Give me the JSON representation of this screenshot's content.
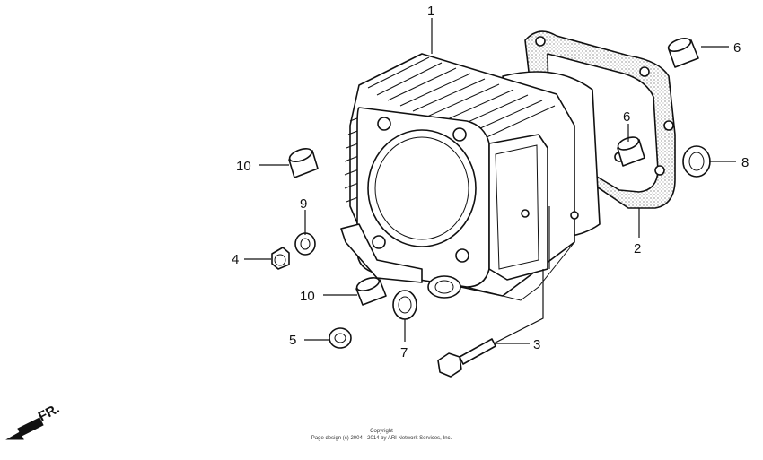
{
  "callouts": {
    "c1": "1",
    "c2": "2",
    "c3": "3",
    "c4": "4",
    "c5": "5",
    "c6a": "6",
    "c6b": "6",
    "c7": "7",
    "c8": "8",
    "c9": "9",
    "c10a": "10",
    "c10b": "10"
  },
  "direction": {
    "label": "FR."
  },
  "footer": {
    "line1": "Copyright",
    "line2": "Page design (c) 2004 - 2014 by ARI Network Services, Inc."
  }
}
